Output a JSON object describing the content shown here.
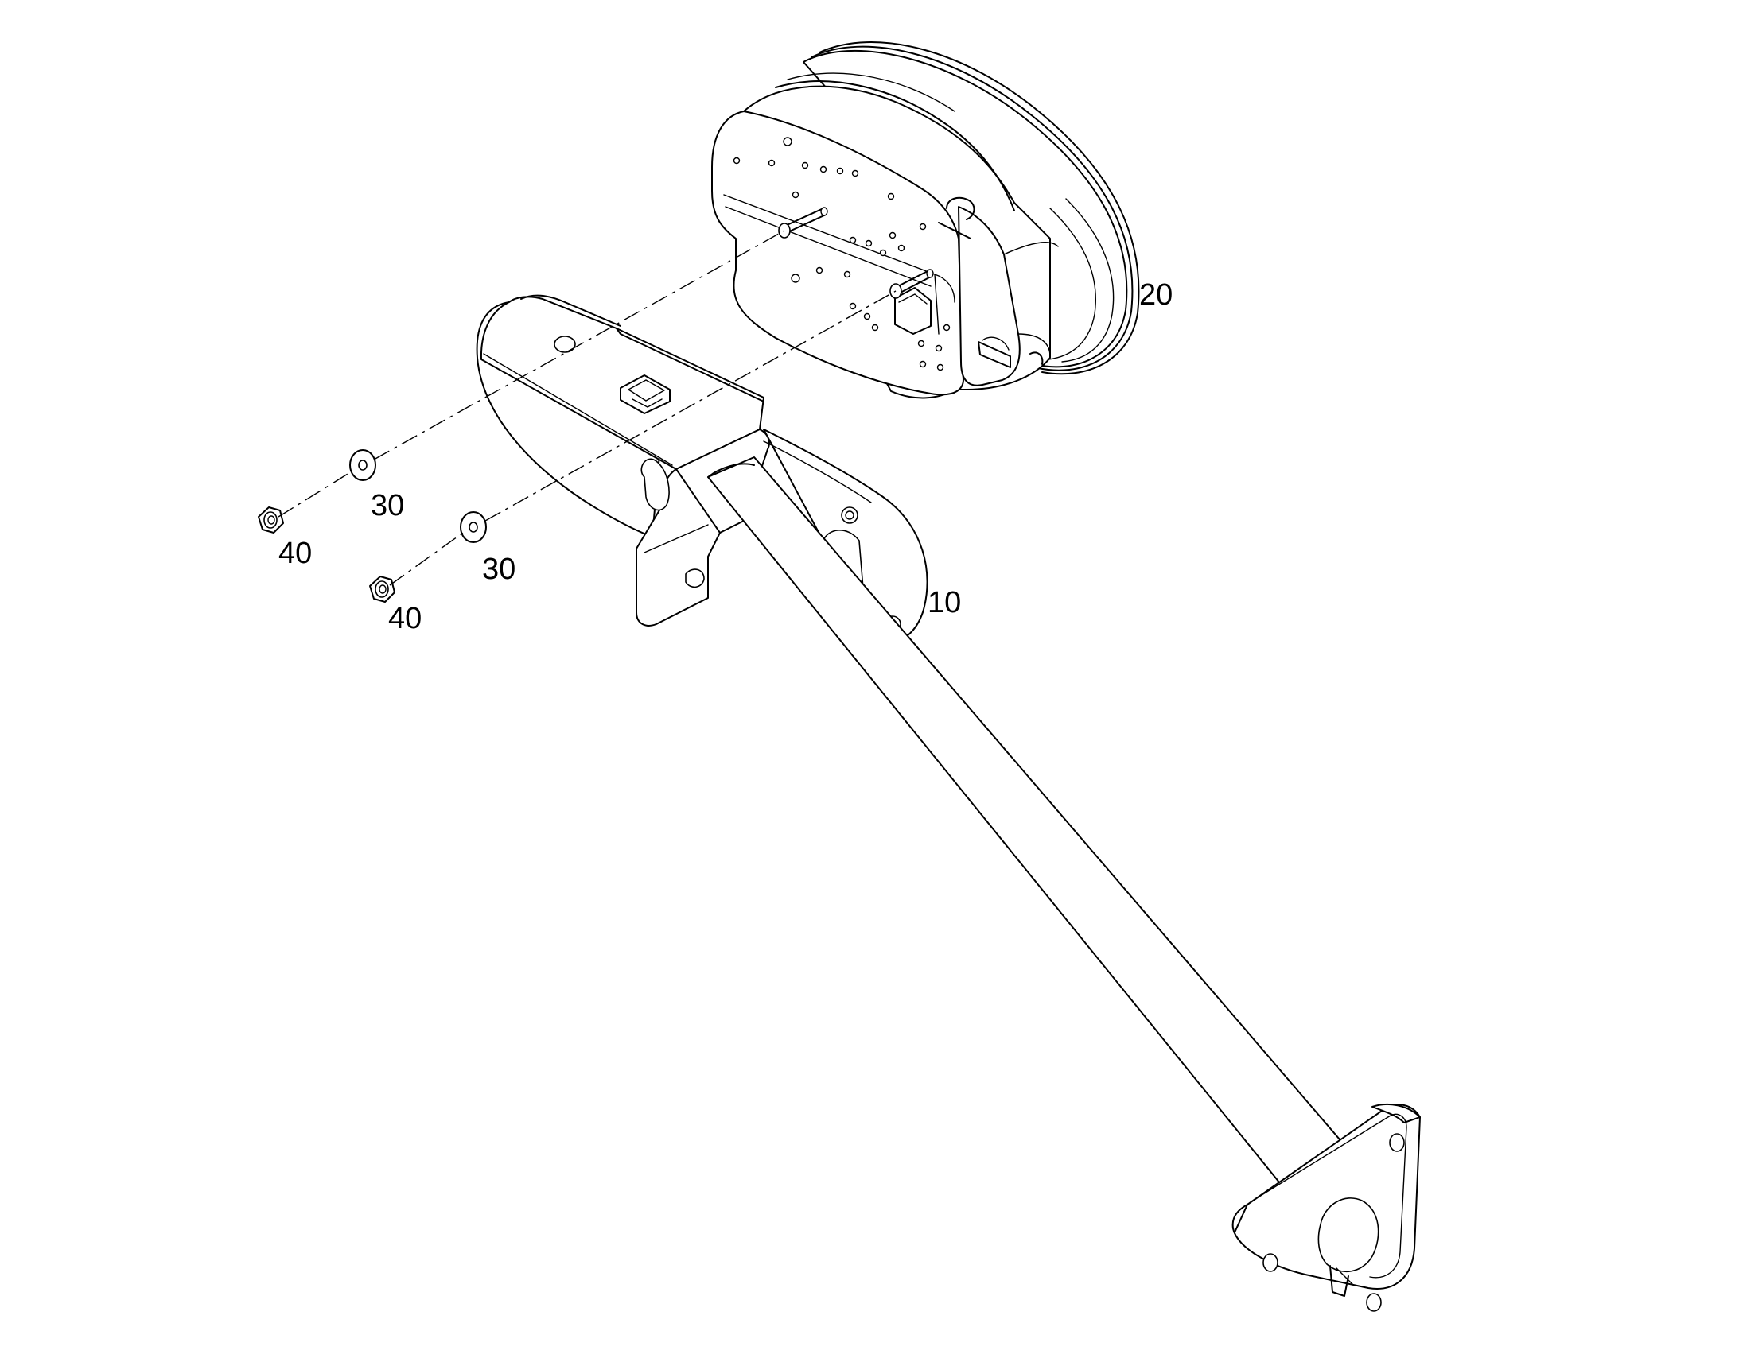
{
  "callouts": {
    "bracket": "10",
    "lamp": "20",
    "washer_upper": "30",
    "washer_lower": "30",
    "nut_upper": "40",
    "nut_lower": "40"
  }
}
